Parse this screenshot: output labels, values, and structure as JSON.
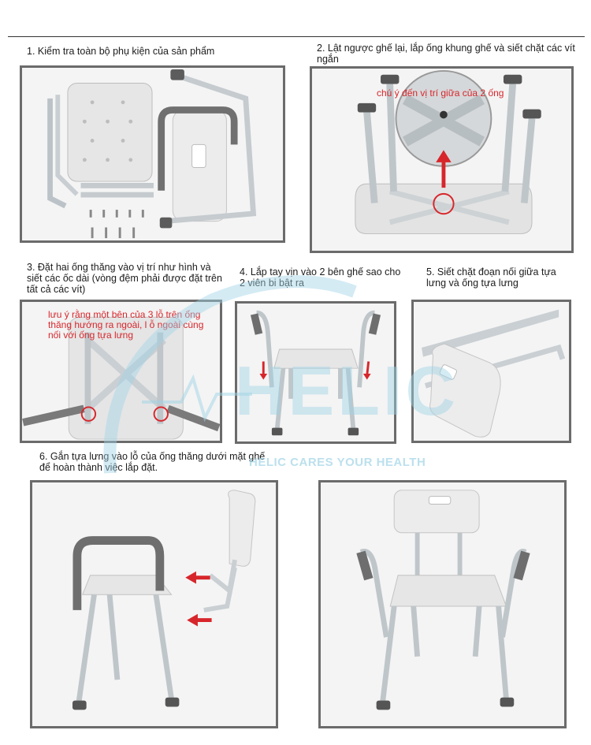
{
  "steps": [
    {
      "caption": "1. Kiểm tra toàn bộ phụ kiện của sản phẩm"
    },
    {
      "caption": "2. Lật ngược ghế lại, lắp ống khung ghế và siết chặt các vít ngắn",
      "note": "chú ý đến vị trí giữa của 2 ống"
    },
    {
      "caption": "3. Đặt hai ống thăng vào vị trí như hình và siết các ốc dài (vòng đệm phải được đặt trên tất cả các vít)",
      "note": "lưu ý rằng một bên của 3 lỗ trên ống thăng hướng ra ngoài, l ỗ ngoài cùng nối với ống tựa lưng"
    },
    {
      "caption": "4. Lắp tay vịn vào 2 bên ghế sao cho 2 viên bi bật ra"
    },
    {
      "caption": "5. Siết chặt đoạn nối giữa tựa lưng và ống tựa lưng"
    },
    {
      "caption": "6. Gắn tựa lưng vào lỗ của ống thăng dưới mặt ghế để hoàn thành việc lắp đặt."
    }
  ],
  "watermark": {
    "brand": "HELIC",
    "tagline": "HELIC CARES YOUR HEALTH"
  },
  "colors": {
    "accent_red": "#d7262b",
    "frame": "#6b6b6b",
    "watermark": "#9fd3e6"
  }
}
